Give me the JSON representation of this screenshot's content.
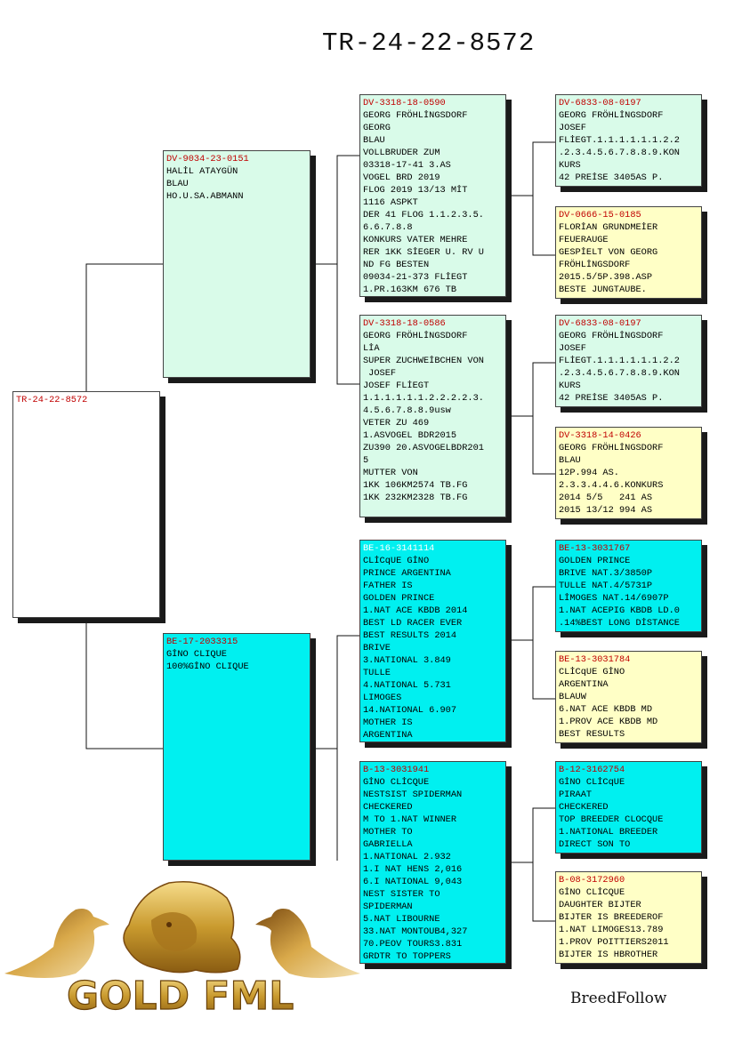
{
  "title": "TR-24-22-8572",
  "subject": {
    "ring": "TR-24-22-8572",
    "lines": []
  },
  "sire": {
    "ring": "DV-9034-23-0151",
    "lines": [
      "HALİL ATAYGÜN",
      "BLAU",
      "HO.U.SA.ABMANN"
    ]
  },
  "dam": {
    "ring": "BE-17-2033315",
    "lines": [
      "GİNO CLIQUE",
      "100%GİNO CLIQUE"
    ]
  },
  "ss": {
    "ring": "DV-3318-18-0590",
    "lines": [
      "GEORG FRÖHLİNGSDORF",
      "GEORG",
      "BLAU",
      "VOLLBRUDER ZUM",
      "03318-17-41 3.AS",
      "VOGEL BRD 2019",
      "FLOG 2019 13/13 MİT",
      "1116 ASPKT",
      "DER 41 FLOG 1.1.2.3.5.",
      "6.6.7.8.8",
      "KONKURS VATER MEHRE",
      "RER 1KK SİEGER U. RV U",
      "ND FG BESTEN",
      "09034-21-373 FLİEGT",
      "1.PR.163KM 676 TB"
    ]
  },
  "sd": {
    "ring": "DV-3318-18-0586",
    "lines": [
      "GEORG FRÖHLİNGSDORF",
      "LİA",
      "SUPER ZUCHWEİBCHEN VON",
      " JOSEF",
      "JOSEF FLİEGT",
      "1.1.1.1.1.1.2.2.2.2.3.",
      "4.5.6.7.8.8.9usw",
      "",
      "VETER ZU 469",
      "1.ASVOGEL BDR2015",
      "ZU390 20.ASVOGELBDR201",
      "5",
      "MUTTER VON",
      "1KK 106KM2574 TB.FG",
      "1KK 232KM2328 TB.FG"
    ]
  },
  "ds": {
    "ring": "BE-16-3141114",
    "lines": [
      "CLİCqUE GİNO",
      "PRINCE ARGENTINA",
      "FATHER IS",
      "GOLDEN PRINCE",
      "1.NAT ACE KBDB 2014",
      "BEST LD RACER EVER",
      "BEST RESULTS 2014",
      "BRIVE",
      "3.NATIONAL 3.849",
      "TULLE",
      "4.NATIONAL 5.731",
      "LIMOGES",
      "14.NATIONAL 6.907",
      "MOTHER IS",
      "ARGENTINA"
    ]
  },
  "dd": {
    "ring": "B-13-3031941",
    "lines": [
      "GİNO CLİCQUE",
      "NESTSIST SPIDERMAN",
      "CHECKERED",
      "M TO 1.NAT WINNER",
      "MOTHER TO",
      "GABRIELLA",
      "1.NATIONAL 2.932",
      "1.I NAT HENS 2,016",
      "6.I NATIONAL 9,043",
      "NEST SISTER TO",
      "SPIDERMAN",
      "5.NAT LIBOURNE",
      "33.NAT MONTOUB4,327",
      "70.PEOV TOURS3.831",
      "GRDTR TO TOPPERS"
    ]
  },
  "sss": {
    "ring": "DV-6833-08-0197",
    "lines": [
      "GEORG FRÖHLİNGSDORF",
      "JOSEF",
      "FLİEGT.1.1.1.1.1.1.2.2",
      ".2.3.4.5.6.7.8.8.9.KON",
      "KURS",
      "42 PREİSE 3405AS P."
    ]
  },
  "ssd": {
    "ring": "DV-0666-15-0185",
    "lines": [
      "FLORİAN GRUNDMEİER",
      "FEUERAUGE",
      "GESPİELT VON GEORG",
      "FRÖHLİNGSDORF",
      "2015.5/5P.398.ASP",
      "BESTE JUNGTAUBE."
    ]
  },
  "sds": {
    "ring": "DV-6833-08-0197",
    "lines": [
      "GEORG FRÖHLİNGSDORF",
      "JOSEF",
      "FLİEGT.1.1.1.1.1.1.2.2",
      ".2.3.4.5.6.7.8.8.9.KON",
      "KURS",
      "42 PREİSE 3405AS P."
    ]
  },
  "sdd": {
    "ring": "DV-3318-14-0426",
    "lines": [
      "GEORG FRÖHLİNGSDORF",
      "BLAU",
      "12P.994 AS.",
      "2.3.3.4.4.6.KONKURS",
      "2014 5/5   241 AS",
      "2015 13/12 994 AS"
    ]
  },
  "dss": {
    "ring": "BE-13-3031767",
    "lines": [
      "GOLDEN PRINCE",
      "BRIVE NAT.3/3850P",
      "TULLE NAT.4/5731P",
      "LİMOGES NAT.14/6907P",
      "1.NAT ACEPIG KBDB LD.0",
      ".14%BEST LONG DİSTANCE"
    ]
  },
  "dsd": {
    "ring": "BE-13-3031784",
    "lines": [
      "CLİCqUE GİNO",
      "ARGENTINA",
      "BLAUW",
      "6.NAT ACE KBDB MD",
      "1.PROV ACE KBDB MD",
      "BEST RESULTS"
    ]
  },
  "dds": {
    "ring": "B-12-3162754",
    "lines": [
      "GİNO CLİCqUE",
      "PIRAAT",
      "CHECKERED",
      "TOP BREEDER CLOCQUE",
      "1.NATIONAL BREEDER",
      "DIRECT SON TO"
    ]
  },
  "ddd": {
    "ring": "B-08-3172960",
    "lines": [
      "GİNO CLİCQUE",
      "DAUGHTER BIJTER",
      "BIJTER IS BREEDEROF",
      "1.NAT LIMOGES13.789",
      "1.PROV POITTIERS2011",
      "BIJTER IS HBROTHER"
    ]
  },
  "logo_text": "GOLD FML",
  "brand": "BreedFollow",
  "colors": {
    "ring_red": "#c00000",
    "green": "#d9fbe9",
    "cyan": "#00f0f0",
    "yellow": "#ffffc6",
    "gold": "#c99a2e"
  }
}
